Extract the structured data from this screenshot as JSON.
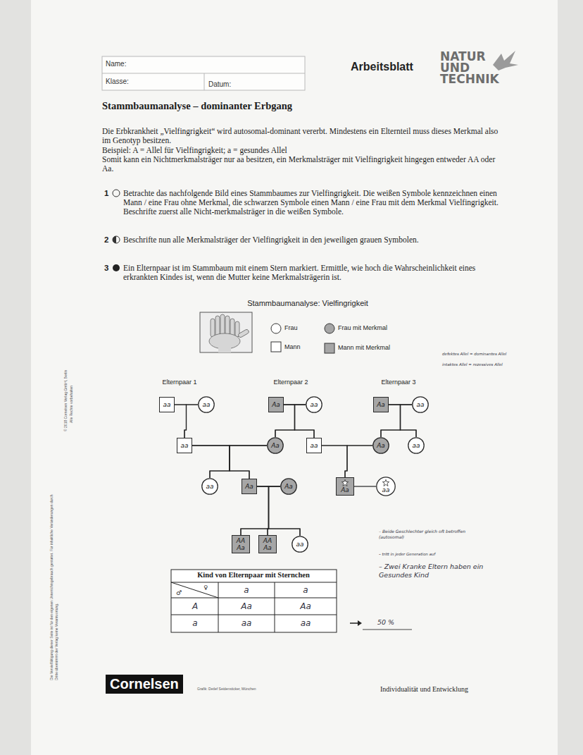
{
  "diagram": {
    "title": "Stammbaumanalyse – dominanter Erbgang",
    "nodes": [
      {
        "text": [
          "aa"
        ]
      },
      {
        "text": [
          "aa"
        ]
      },
      {
        "text": [
          "Aa"
        ]
      },
      {
        "text": [
          "aa"
        ]
      },
      {
        "text": [
          "Aa"
        ]
      },
      {
        "text": [
          "aa"
        ]
      },
      {
        "text": [
          "aa"
        ]
      },
      {
        "text": [
          "Aa"
        ]
      },
      {
        "text": [
          "aa"
        ]
      },
      {
        "text": [
          "Aa"
        ]
      },
      {
        "text": [
          "aa"
        ]
      },
      {
        "text": [
          "aa"
        ]
      },
      {
        "text": [
          "Aa"
        ]
      },
      {
        "text": [
          "Aa"
        ]
      },
      {
        "text": [
          "Aa"
        ]
      },
      {
        "text": [
          "aa"
        ]
      },
      {
        "text": [
          "AA",
          "Aa"
        ]
      },
      {
        "text": [
          "AA",
          "Aa"
        ]
      },
      {
        "text": [
          "aa"
        ]
      }
    ],
    "edges": [
      {
        "from": 0,
        "to": 1,
        "arrow": "none"
      },
      {
        "from": 2,
        "to": 3,
        "arrow": "none"
      },
      {
        "from": 4,
        "to": 5,
        "arrow": "none"
      },
      {
        "from": 0,
        "to": 6,
        "arrow": "none"
      },
      {
        "from": 1,
        "to": 6,
        "arrow": "none"
      },
      {
        "from": 2,
        "to": 7,
        "arrow": "none"
      },
      {
        "from": 2,
        "to": 8,
        "arrow": "none"
      },
      {
        "from": 3,
        "to": 7,
        "arrow": "none"
      },
      {
        "from": 3,
        "to": 8,
        "arrow": "none"
      },
      {
        "from": 4,
        "to": 9,
        "arrow": "none"
      },
      {
        "from": 4,
        "to": 10,
        "arrow": "none"
      },
      {
        "from": 5,
        "to": 9,
        "arrow": "none"
      },
      {
        "from": 5,
        "to": 10,
        "arrow": "none"
      },
      {
        "from": 6,
        "to": 7,
        "arrow": "none"
      },
      {
        "from": 8,
        "to": 9,
        "arrow": "none"
      },
      {
        "from": 6,
        "to": 11,
        "arrow": "none"
      },
      {
        "from": 6,
        "to": 12,
        "arrow": "none"
      },
      {
        "from": 7,
        "to": 11,
        "arrow": "none"
      },
      {
        "from": 7,
        "to": 12,
        "arrow": "none"
      },
      {
        "from": 8,
        "to": 14,
        "arrow": "none"
      },
      {
        "from": 9,
        "to": 14,
        "arrow": "none"
      },
      {
        "from": 12,
        "to": 13,
        "arrow": "none"
      },
      {
        "from": 14,
        "to": 15,
        "arrow": "none"
      },
      {
        "from": 12,
        "to": 16,
        "arrow": "none"
      },
      {
        "from": 12,
        "to": 17,
        "arrow": "none"
      },
      {
        "from": 12,
        "to": 18,
        "arrow": "none"
      },
      {
        "from": 13,
        "to": 16,
        "arrow": "none"
      },
      {
        "from": 13,
        "to": 17,
        "arrow": "none"
      },
      {
        "from": 13,
        "to": 18,
        "arrow": "none"
      }
    ],
    "labels": [
      "Name:",
      "Klasse:",
      "Datum:",
      "Arbeitsblatt",
      "NATUR UND TECHNIK",
      "Die Erbkrankheit „Vielfingrigkeit“ wird autosomal-dominant vererbt. Mindestens ein Elternteil muss dieses Merkmal also im Genotyp besitzen.",
      "Beispiel: A = Allel für Vielfingrigkeit; a = gesundes Allel",
      "Somit kann ein Nichtmerkmalsträger nur aa besitzen, ein Merkmalsträger mit Vielfingrigkeit hingegen entweder AA oder Aa.",
      "1",
      "Betrachte das nachfolgende Bild eines Stammbaumes zur Vielfingrigkeit. Die weißen Symbole kennzeichnen einen Mann / eine Frau ohne Merkmal, die schwarzen Symbole einen Mann / eine Frau mit dem Merkmal Vielfingrigkeit. Beschrifte zuerst alle Nicht-merkmalsträger in die weißen Symbole.",
      "2",
      "Beschrifte nun alle Merkmalsträger der Vielfingrigkeit in den jeweiligen grauen Symbolen.",
      "3",
      "Ein Elternpaar ist im Stammbaum mit einem Stern markiert. Ermittle, wie hoch die Wahrscheinlichkeit eines erkrankten Kindes ist, wenn die Mutter keine Merkmalsträgerin ist.",
      "Stammbaumanalyse: Vielfingrigkeit",
      "defektes Allel = dominantes Allel",
      "intaktes Allel = rezessives Allel",
      "Elternpaar 1",
      "Elternpaar 2",
      "Elternpaar 3",
      "– Beide Geschlechter gleich oft betroffen (autosomal)",
      "– tritt in jeder Generation auf",
      "– Zwei Kranke Eltern haben ein Gesundes Kind",
      "Kind von Elternpaar mit Sternchen",
      "♂",
      "♀",
      "a",
      "a",
      "A",
      "Aa",
      "Aa",
      "a",
      "aa",
      "aa",
      "50 %",
      "Cornelsen",
      "Grafik: Detlef Seidensticker, München",
      "Individualität und Entwicklung",
      "© 2018 Cornelsen Verlag GmbH, Berlin",
      "Alle Rechte vorbehalten",
      "Die Vervielfältigung dieser Seite ist für den eigenen Unterrichtsgebrauch gestattet. Für inhaltliche Veränderungen durch Dritte übernimmt der Verlag keine Verantwortung."
    ],
    "legend": [
      {
        "text": "Frau"
      },
      {
        "text": "Mann"
      },
      {
        "text": "Frau mit Merkmal"
      },
      {
        "text": "Mann mit Merkmal"
      }
    ]
  }
}
